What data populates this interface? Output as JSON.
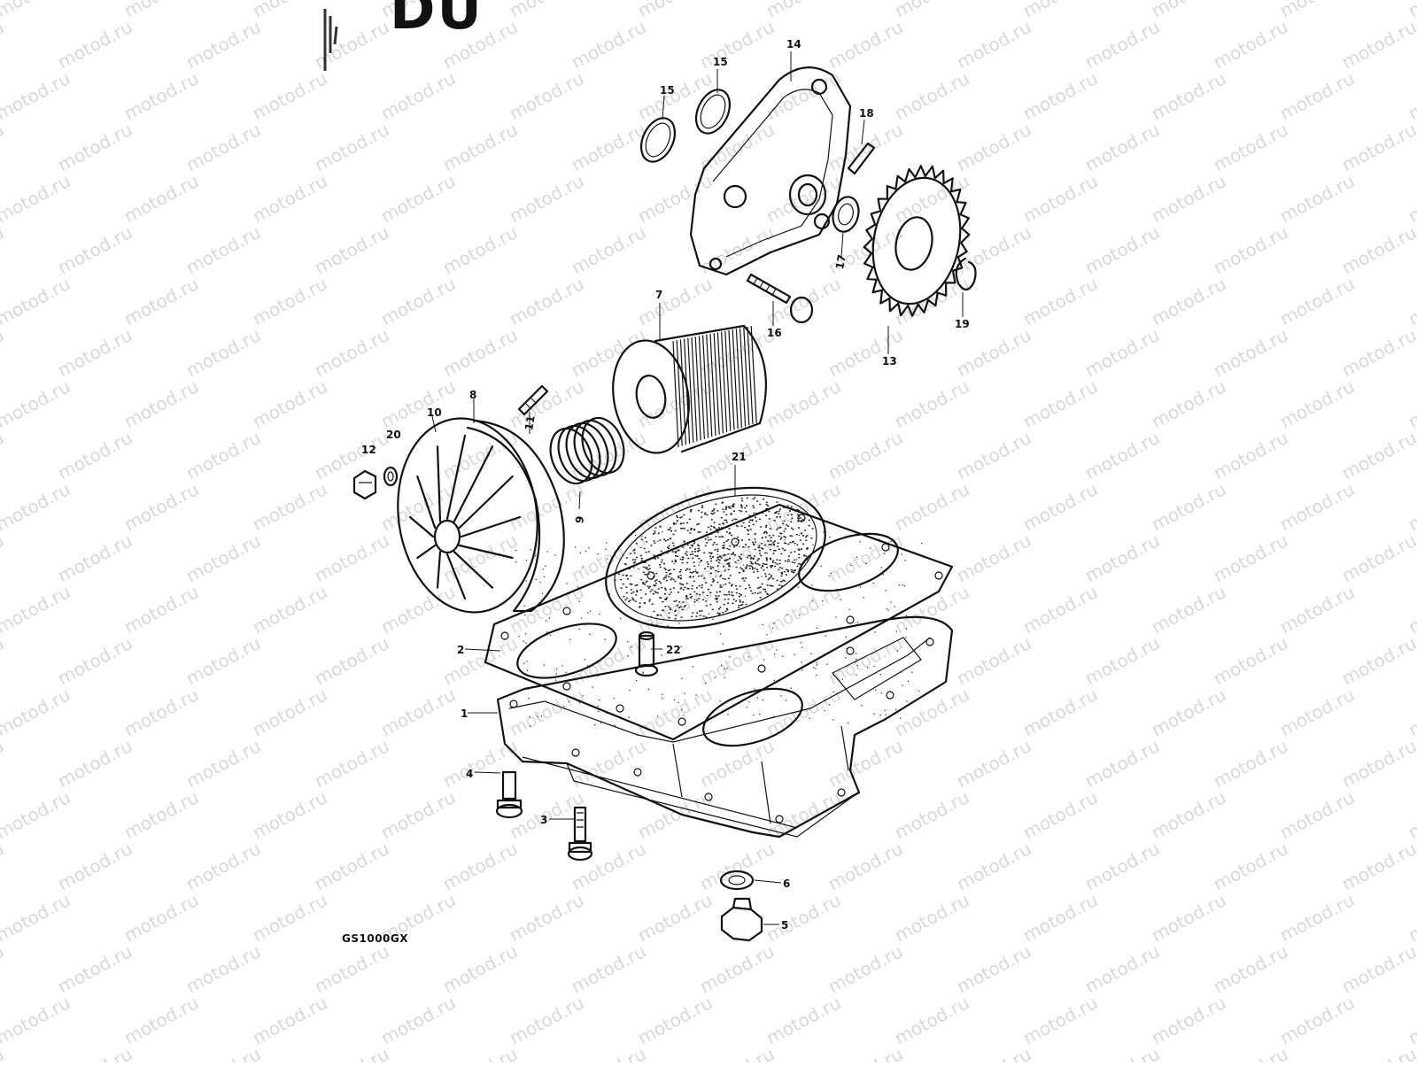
{
  "figure": {
    "model_label": "GS1000GX",
    "header_mark": "DU",
    "watermark_text": "motod.ru",
    "callouts": [
      "1",
      "2",
      "3",
      "4",
      "5",
      "6",
      "7",
      "8",
      "9",
      "10",
      "11",
      "12",
      "13",
      "14",
      "15",
      "15",
      "16",
      "17",
      "18",
      "19",
      "20",
      "21",
      "22"
    ]
  },
  "colors": {
    "ink": "#111111",
    "watermark": "#d8d8d8",
    "background": "#ffffff"
  }
}
